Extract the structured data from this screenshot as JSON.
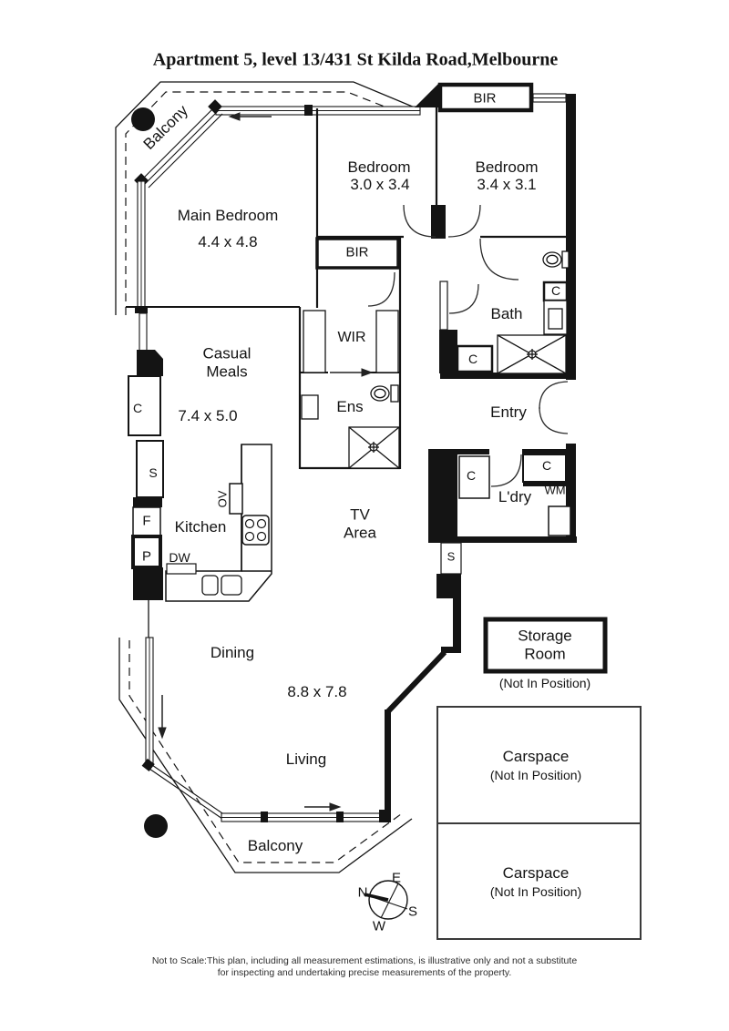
{
  "title": "Apartment 5, level 13/431 St Kilda Road,Melbourne",
  "plan": {
    "rooms": {
      "balcony": "Balcony",
      "main_bedroom": {
        "name": "Main Bedroom",
        "dims": "4.4 x 4.8"
      },
      "bedroom_one": {
        "name": "Bedroom",
        "dims": "3.0 x 3.4"
      },
      "bedroom_two": {
        "name": "Bedroom",
        "dims": "3.4 x 3.1"
      },
      "casual_meals": {
        "name": "Casual Meals",
        "dims": "7.4 x 5.0"
      },
      "kitchen": "Kitchen",
      "tv_area": "TV Area",
      "wir": "WIR",
      "ensuite": "Ens",
      "bath": "Bath",
      "entry": "Entry",
      "laundry": "L'dry",
      "dining": "Dining",
      "living": "Living",
      "living_dims": "8.8 x 7.8",
      "storage": {
        "name": "Storage Room",
        "note": "(Not In Position)"
      },
      "carspace": {
        "name": "Carspace",
        "note": "(Not In Position)"
      }
    },
    "small": {
      "bir": "BIR",
      "c": "C",
      "s": "S",
      "f": "F",
      "p": "P",
      "ov": "OV",
      "dw": "DW",
      "wm": "WM"
    },
    "compass": {
      "n": "N",
      "e": "E",
      "s": "S",
      "w": "W"
    }
  },
  "footer": {
    "line1": "Not to Scale:This plan, including all measurement estimations, is illustrative only and not a substitute",
    "line2": "for inspecting and undertaking precise measurements of the property."
  }
}
